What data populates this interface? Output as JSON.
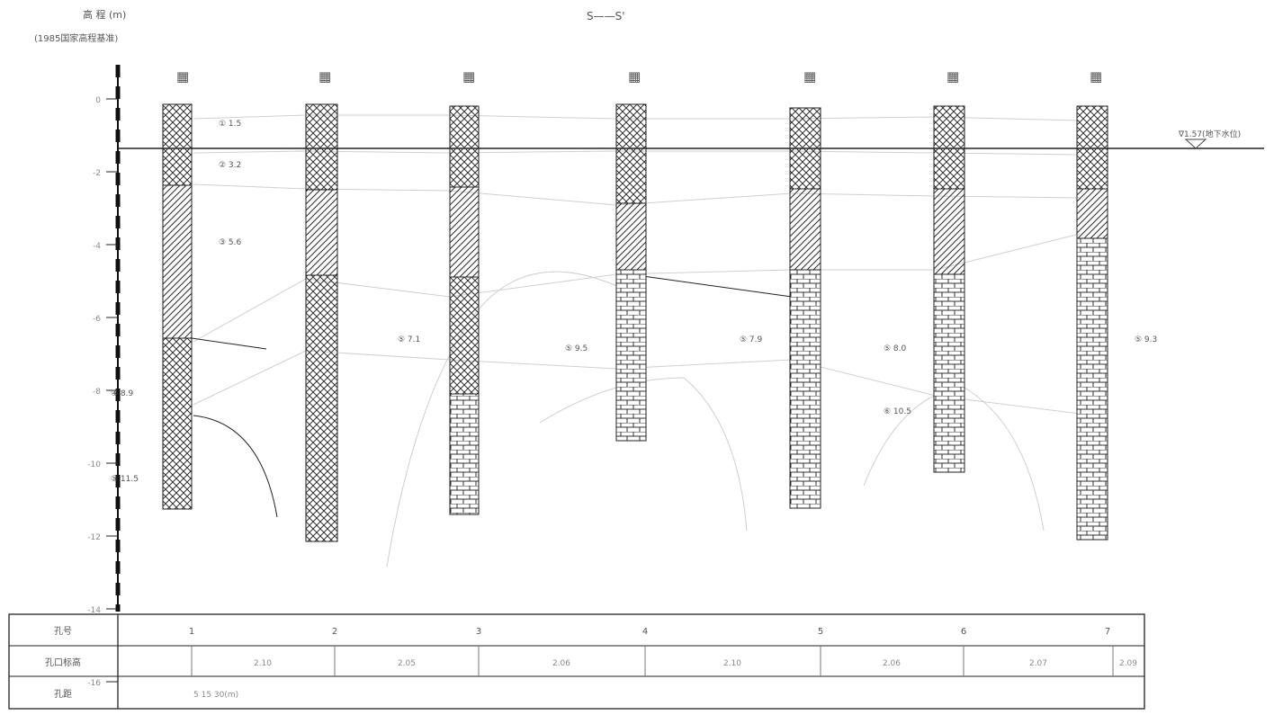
{
  "title": {
    "section_label": "S——S'",
    "elevation_label": "高 程 (m)",
    "elevation_datum": "(1985国家高程基准)"
  },
  "water_level_label": "∇1.57(地下水位)",
  "boreholes": [
    {
      "id": "B1",
      "upper_labels": [
        "① 1.5",
        "② 3.2",
        "③ 5.6"
      ],
      "lower_labels": [
        "④ 8.9",
        "⑤ 11.5"
      ]
    },
    {
      "id": "B2",
      "upper_labels": [],
      "lower_labels": []
    },
    {
      "id": "B3",
      "upper_labels": [],
      "lower_labels": [
        "⑤ 7.1"
      ]
    },
    {
      "id": "B4",
      "upper_labels": [],
      "lower_labels": [
        "⑤ 9.5"
      ]
    },
    {
      "id": "B5",
      "upper_labels": [],
      "lower_labels": [
        "⑤ 7.9"
      ]
    },
    {
      "id": "B6",
      "upper_labels": [],
      "lower_labels": [
        "⑤ 8.0",
        "⑥ 10.5"
      ]
    },
    {
      "id": "B7",
      "upper_labels": [],
      "lower_labels": [
        "⑤ 9.3"
      ]
    }
  ],
  "y_axis_ticks": [
    "0",
    "-2",
    "-4",
    "-6",
    "-8",
    "-10",
    "-12",
    "-14",
    "-16"
  ],
  "table": {
    "row_labels": [
      "孔号",
      "孔口标高",
      "孔距"
    ],
    "hole_numbers": [
      "1",
      "2",
      "3",
      "4",
      "5",
      "6",
      "7"
    ],
    "elevations": [
      "2.10",
      "2.05",
      "2.06",
      "2.10",
      "2.06",
      "2.07",
      "2.09"
    ],
    "spacing_text": "5   15   30(m)"
  }
}
